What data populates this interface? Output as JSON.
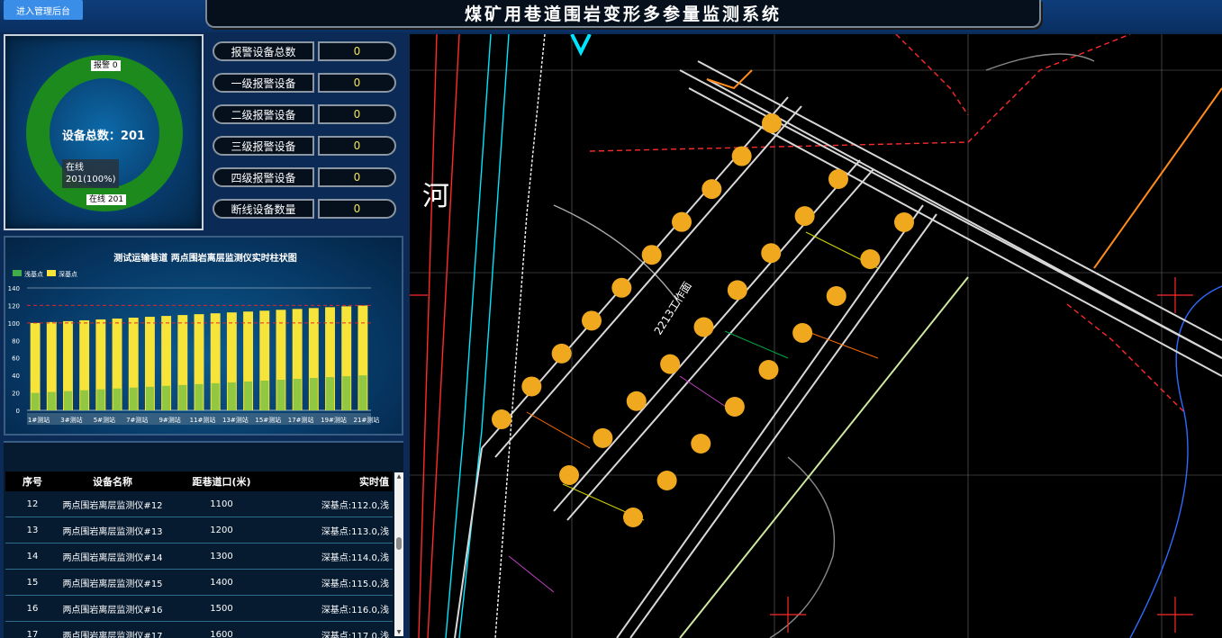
{
  "header": {
    "admin_button": "进入管理后台",
    "title": "煤矿用巷道围岩变形多参量监测系统"
  },
  "donut": {
    "center_label": "设备总数：201",
    "alarm_tag": "报警 0",
    "online_tag": "在线 201",
    "tooltip_line1": "在线",
    "tooltip_line2": "201(100%)",
    "online_color": "#1d8a1d"
  },
  "stats": [
    {
      "label": "报警设备总数",
      "value": "0"
    },
    {
      "label": "一级报警设备",
      "value": "0"
    },
    {
      "label": "二级报警设备",
      "value": "0"
    },
    {
      "label": "三级报警设备",
      "value": "0"
    },
    {
      "label": "四级报警设备",
      "value": "0"
    },
    {
      "label": "断线设备数量",
      "value": "0"
    }
  ],
  "chart_data": {
    "type": "bar",
    "title": "测试运输巷道 两点围岩离层监测仪实时柱状图",
    "legend": [
      {
        "name": "浅基点",
        "color": "#3fae49"
      },
      {
        "name": "深基点",
        "color": "#f6e43a"
      }
    ],
    "ylim": [
      0,
      140
    ],
    "yticks": [
      0,
      20,
      40,
      60,
      80,
      100,
      120,
      140
    ],
    "xtick_labels": [
      "1#测站",
      "3#测站",
      "5#测站",
      "7#测站",
      "9#测站",
      "11#测站",
      "13#测站",
      "15#测站",
      "17#测站",
      "19#测站",
      "21#测站"
    ],
    "series": [
      {
        "name": "浅基点",
        "values": [
          20,
          21,
          22,
          23,
          24,
          25,
          26,
          27,
          28,
          29,
          30,
          31,
          32,
          33,
          34,
          35,
          36,
          37,
          38,
          39,
          40
        ]
      },
      {
        "name": "深基点",
        "values": [
          100,
          101,
          102,
          103,
          104,
          105,
          106,
          107,
          108,
          109,
          110,
          111,
          112,
          113,
          114,
          115,
          116,
          117,
          118,
          119,
          120
        ]
      }
    ],
    "threshold_lines": [
      120,
      100
    ],
    "threshold_color": "#e0262a"
  },
  "table": {
    "headers": [
      "序号",
      "设备名称",
      "距巷道口(米)",
      "实时值"
    ],
    "rows": [
      [
        "12",
        "两点围岩离层监测仪#12",
        "1100",
        "深基点:112.0,浅"
      ],
      [
        "13",
        "两点围岩离层监测仪#13",
        "1200",
        "深基点:113.0,浅"
      ],
      [
        "14",
        "两点围岩离层监测仪#14",
        "1300",
        "深基点:114.0,浅"
      ],
      [
        "15",
        "两点围岩离层监测仪#15",
        "1400",
        "深基点:115.0,浅"
      ],
      [
        "16",
        "两点围岩离层监测仪#16",
        "1500",
        "深基点:116.0,浅"
      ],
      [
        "17",
        "两点围岩离层监测仪#17",
        "1600",
        "深基点:117.0,浅"
      ]
    ]
  },
  "map": {
    "river_label": "河",
    "face_label": "2213工作面",
    "marker_color": "#f0a81e"
  }
}
